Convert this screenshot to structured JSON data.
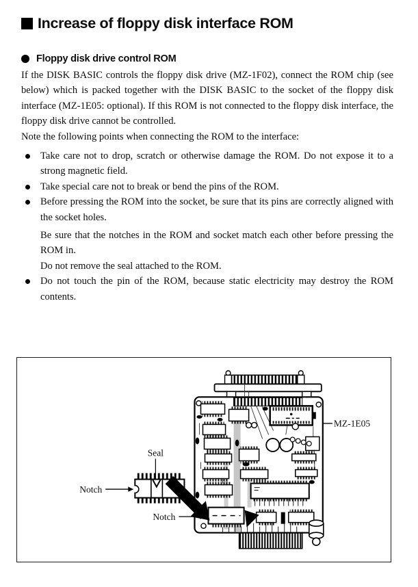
{
  "header": {
    "title": "Increase of floppy disk interface ROM"
  },
  "section": {
    "heading": "Floppy disk drive control ROM",
    "paragraph": "If the DISK BASIC controls the floppy disk drive (MZ-1F02), connect the ROM chip (see below) which is packed together with the DISK BASIC to the socket of the floppy disk interface (MZ-1E05: optional). If this ROM is not connected to the floppy disk interface, the floppy disk drive cannot be controlled.",
    "note_intro": "Note the following points when connecting the ROM to the interface:",
    "bullets": [
      {
        "text": "Take care not to drop, scratch or otherwise damage the ROM. Do not expose it to a strong magnetic field.",
        "extra": []
      },
      {
        "text": "Take special care not to break or bend the pins of the ROM.",
        "extra": []
      },
      {
        "text": "Before pressing the ROM into the socket, be sure that its pins are correctly aligned with the socket holes.",
        "extra": [
          "Be sure that the notches in the ROM and socket match each other before pressing the ROM in.",
          "Do not remove the seal attached to the ROM."
        ]
      },
      {
        "text": "Do not touch the pin of the ROM, because static electricity may destroy the ROM contents.",
        "extra": []
      }
    ]
  },
  "figure": {
    "seal_label": "Seal",
    "chip_notch_label": "Notch",
    "socket_notch_label": "Notch",
    "board_label": "MZ-1E05"
  }
}
